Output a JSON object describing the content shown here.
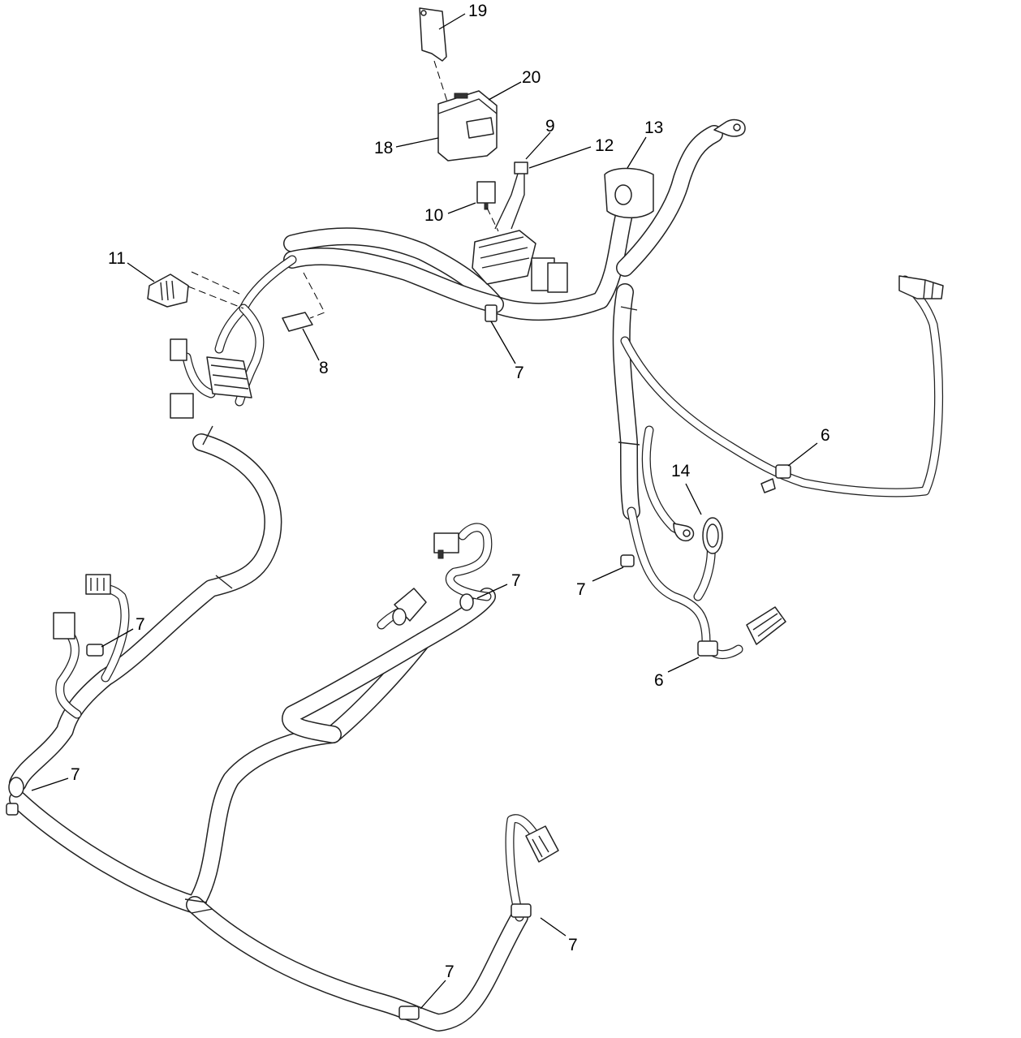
{
  "callouts": {
    "c19": "19",
    "c20": "20",
    "c18": "18",
    "c9": "9",
    "c12": "12",
    "c13": "13",
    "c10": "10",
    "c11": "11",
    "c8": "8",
    "c7_center": "7",
    "c6_right": "6",
    "c14": "14",
    "c7_right": "7",
    "c7_mid": "7",
    "c7_left": "7",
    "c6_lower": "6",
    "c7_lowleft": "7",
    "c7_bottom_right": "7",
    "c7_bottom": "7"
  }
}
